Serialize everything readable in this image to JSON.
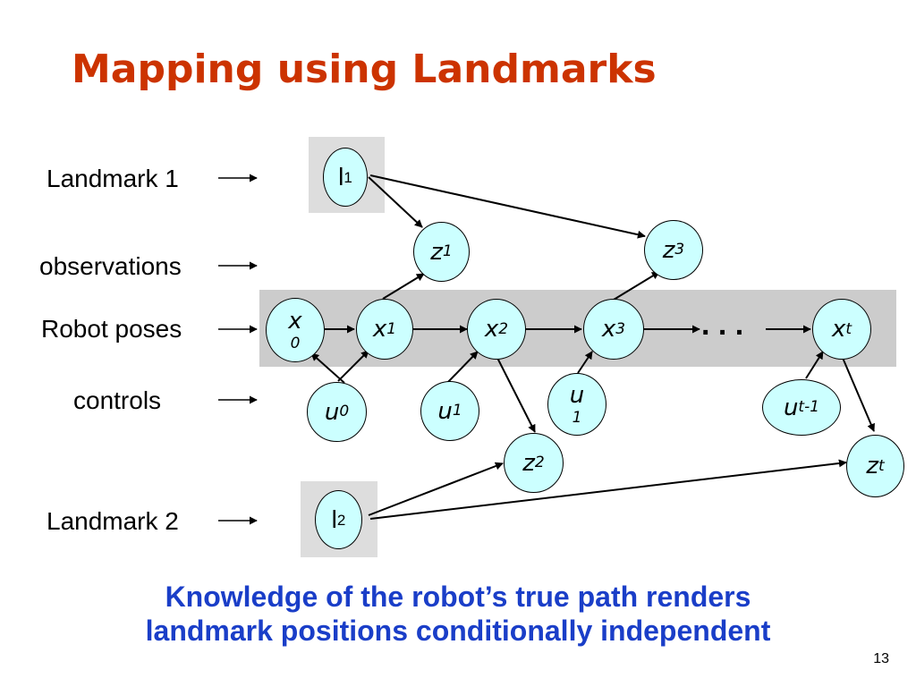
{
  "slide": {
    "title": "Mapping using Landmarks",
    "page_number": "13"
  },
  "row_labels": {
    "landmark1": "Landmark 1",
    "observations": "observations",
    "robot_poses": "Robot poses",
    "controls": "controls",
    "landmark2": "Landmark 2"
  },
  "nodes": {
    "l1": {
      "symbol": "l",
      "sub": "1"
    },
    "l2": {
      "symbol": "l",
      "sub": "2"
    },
    "z1": {
      "symbol": "z",
      "sub": "1"
    },
    "z2": {
      "symbol": "z",
      "sub": "2"
    },
    "z3": {
      "symbol": "z",
      "sub": "3"
    },
    "zt": {
      "symbol": "z",
      "sub": "t"
    },
    "x0": {
      "symbol": "x",
      "sub": "0"
    },
    "x1": {
      "symbol": "x",
      "sub": "1"
    },
    "x2": {
      "symbol": "x",
      "sub": "2"
    },
    "x3": {
      "symbol": "x",
      "sub": "3"
    },
    "xt": {
      "symbol": "x",
      "sub": "t"
    },
    "u0": {
      "symbol": "u",
      "sub": "0"
    },
    "u1": {
      "symbol": "u",
      "sub": "1"
    },
    "u2": {
      "symbol": "u",
      "sub": "1"
    },
    "ut1": {
      "symbol": "u",
      "sub": "t-1"
    }
  },
  "ellipsis": ". . .",
  "caption": {
    "line1": "Knowledge of the robot’s true path renders",
    "line2": "landmark positions conditionally independent"
  },
  "colors": {
    "title": "#cc3300",
    "caption": "#1a3ec8",
    "node_fill": "#ccffff",
    "band": "#cccccc",
    "landmark_box": "#dddddd"
  }
}
